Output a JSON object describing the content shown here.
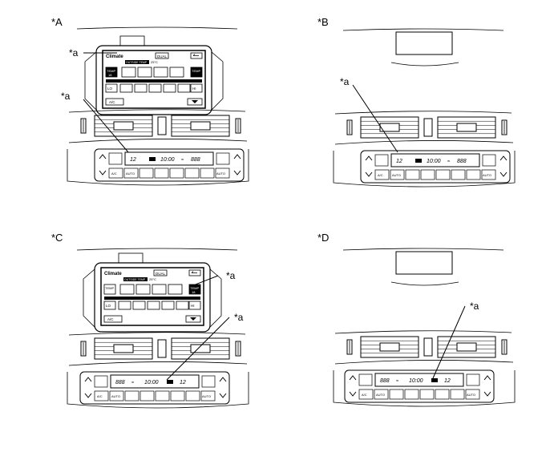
{
  "panels": [
    {
      "id": "A",
      "label": "*A",
      "has_screen": true,
      "seg_order": "temp-first",
      "seg_temp": "12",
      "seg_time": "10:00",
      "seg_right": "888",
      "callouts": [
        "*a",
        "*a"
      ]
    },
    {
      "id": "B",
      "label": "*B",
      "has_screen": false,
      "seg_order": "temp-first",
      "seg_temp": "12",
      "seg_time": "10:00",
      "seg_right": "888",
      "callouts": [
        "*a"
      ]
    },
    {
      "id": "C",
      "label": "*C",
      "has_screen": true,
      "seg_order": "temp-last",
      "seg_temp": "12",
      "seg_time": "10:00",
      "seg_right": "888",
      "callouts": [
        "*a",
        "*a"
      ]
    },
    {
      "id": "D",
      "label": "*D",
      "has_screen": false,
      "seg_order": "temp-last",
      "seg_temp": "12",
      "seg_time": "10:00",
      "seg_right": "888",
      "callouts": [
        "*a"
      ]
    }
  ],
  "screen": {
    "title": "Climate",
    "dual": "DUAL",
    "back_icon": "back-arrow-icon",
    "subtitle": "OUTSIDE TEMP",
    "outside_value": "25°C",
    "temp": "TEMP",
    "temp_value": "18",
    "lo": "LO",
    "hi": "HI",
    "ac": "A/C",
    "down_icon": "down-arrow-icon"
  },
  "controls": {
    "auto": "AUTO",
    "ac": "A/C",
    "seat_icon": "seat-heater-icon",
    "fan_icon": "fan-icon",
    "defrost_icon": "defrost-icon",
    "up_icon": "up-chevron-icon",
    "down_icon": "down-chevron-icon"
  },
  "colors": {
    "ink": "#000000",
    "paper": "#ffffff",
    "screen_frame": "#1a1a1a",
    "highlight": "#000000"
  }
}
